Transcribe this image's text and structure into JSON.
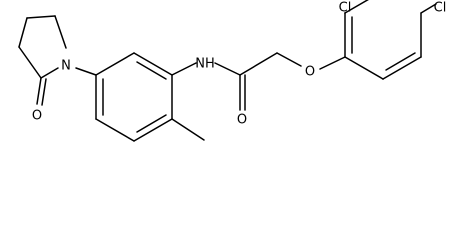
{
  "molecule": {
    "atoms": {
      "n_lactam": "N",
      "o_carbonyl_ring": "O",
      "n_amide": "NH",
      "o_carbonyl_amide": "O",
      "o_ether": "O",
      "cl_ortho": "Cl",
      "cl_para": "Cl"
    }
  }
}
